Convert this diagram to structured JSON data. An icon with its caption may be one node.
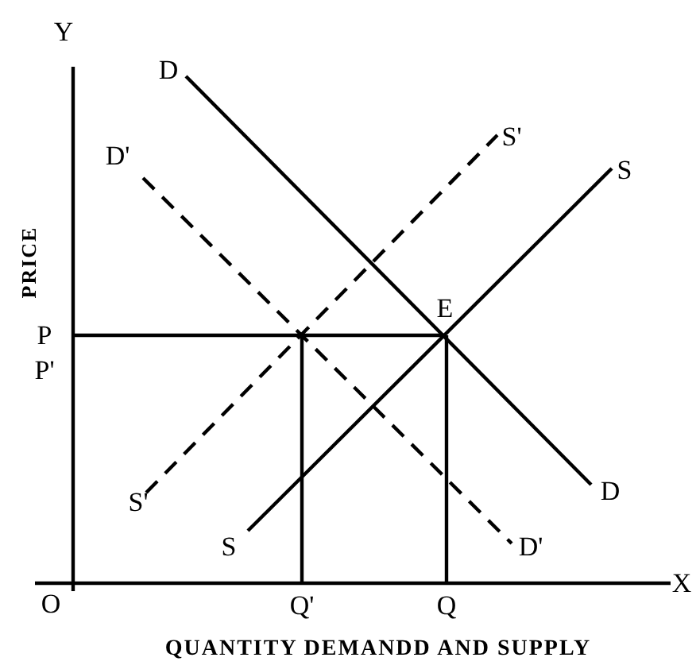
{
  "diagram": {
    "labels": [
      "Y",
      "D",
      "D'",
      "S'",
      "S",
      "PRICE",
      "E",
      "P",
      "P'",
      "S'",
      "D",
      "S",
      "D'",
      "O",
      "Q'",
      "Q",
      "X",
      "QUANTITY DEMANDD AND SUPPLY"
    ]
  }
}
